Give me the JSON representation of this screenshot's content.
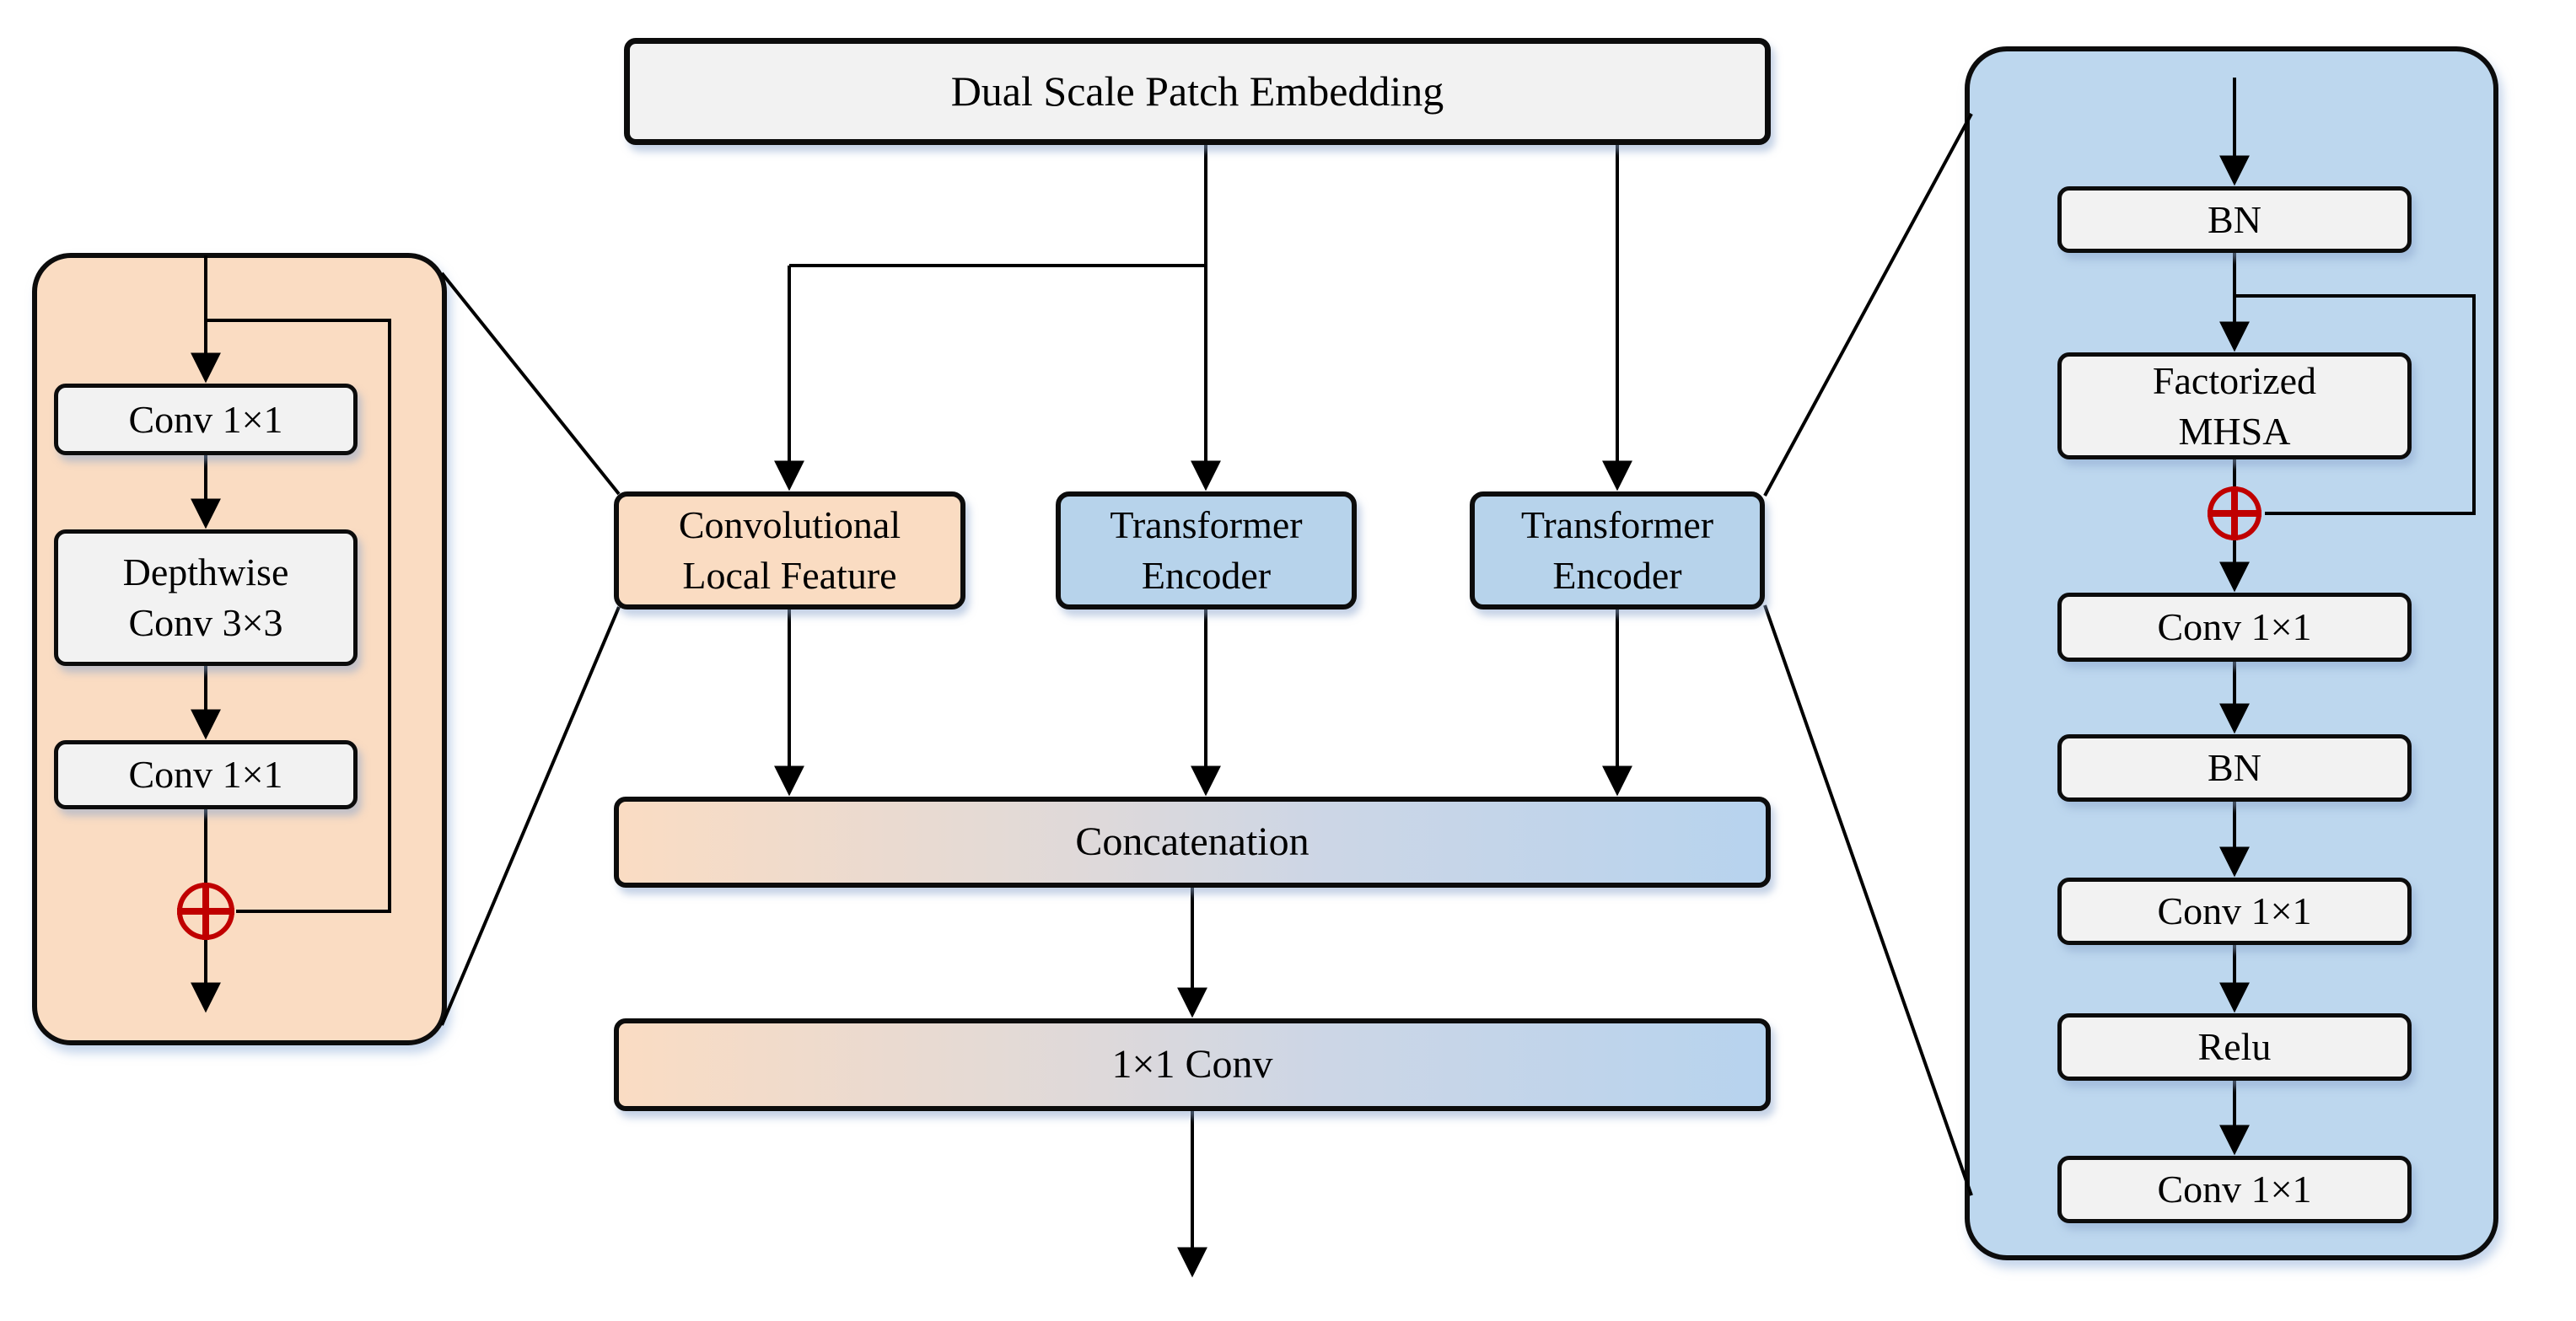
{
  "title_box": "Dual Scale Patch Embedding",
  "middle_row": {
    "convolutional_local_feature": "Convolutional\nLocal Feature",
    "transformer_encoder_left": "Transformer\nEncoder",
    "transformer_encoder_right": "Transformer\nEncoder"
  },
  "fusion": {
    "concatenation": "Concatenation",
    "final_conv": "1×1 Conv"
  },
  "left_panel": {
    "conv_a": "Conv 1×1",
    "depthwise": "Depthwise\nConv 3×3",
    "conv_b": "Conv 1×1"
  },
  "right_panel": {
    "bn_a": "BN",
    "factorized_mhsa": "Factorized\nMHSA",
    "conv_a": "Conv 1×1",
    "bn_b": "BN",
    "conv_b": "Conv 1×1",
    "relu": "Relu",
    "conv_c": "Conv 1×1"
  },
  "icons": {
    "left_add": "plus-in-circle",
    "right_add": "plus-in-circle"
  },
  "colors": {
    "peach": "#fadcc2",
    "blue_panel": "#bdd7ee",
    "blue_box": "#b7d3eb",
    "gray_box": "#f2f2f2",
    "line": "#000000",
    "add_red": "#c00000"
  }
}
